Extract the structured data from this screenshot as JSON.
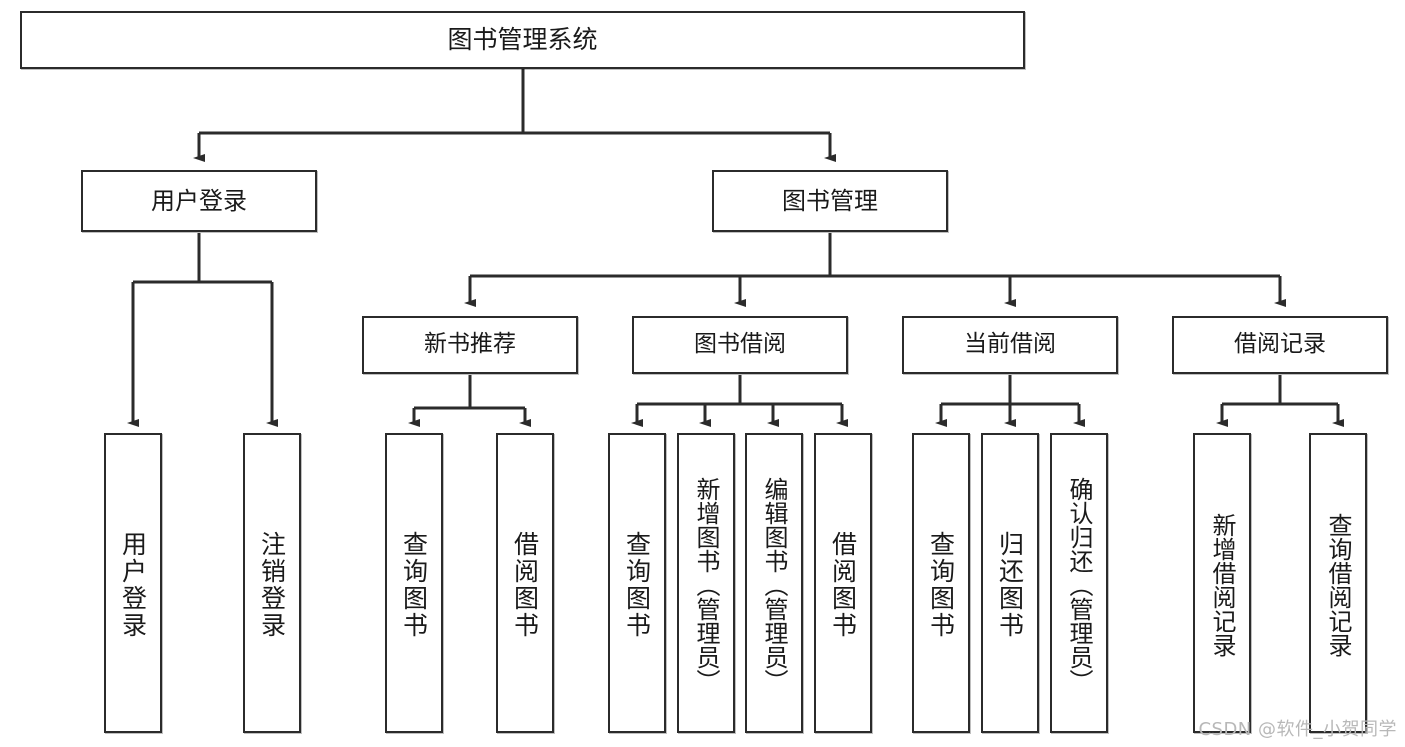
{
  "diagram": {
    "title": "图书管理系统",
    "type": "hierarchy-tree",
    "root": {
      "id": "root",
      "label": "图书管理系统"
    },
    "level2": [
      {
        "id": "user-login",
        "label": "用户登录"
      },
      {
        "id": "book-management",
        "label": "图书管理"
      }
    ],
    "level3": [
      {
        "id": "new-book-recommend",
        "label": "新书推荐"
      },
      {
        "id": "book-borrow",
        "label": "图书借阅"
      },
      {
        "id": "current-borrow",
        "label": "当前借阅"
      },
      {
        "id": "borrow-record",
        "label": "借阅记录"
      }
    ],
    "leaves": [
      {
        "id": "leaf-user-login",
        "label": "用户登录",
        "parent": "user-login"
      },
      {
        "id": "leaf-logout",
        "label": "注销登录",
        "parent": "user-login"
      },
      {
        "id": "leaf-query-book-1",
        "label": "查询图书",
        "parent": "new-book-recommend"
      },
      {
        "id": "leaf-borrow-book-1",
        "label": "借阅图书",
        "parent": "new-book-recommend"
      },
      {
        "id": "leaf-query-book-2",
        "label": "查询图书",
        "parent": "book-borrow"
      },
      {
        "id": "leaf-add-book",
        "label": "新增图书（管理员）",
        "parent": "book-borrow"
      },
      {
        "id": "leaf-edit-book",
        "label": "编辑图书（管理员）",
        "parent": "book-borrow"
      },
      {
        "id": "leaf-borrow-book-2",
        "label": "借阅图书",
        "parent": "book-borrow"
      },
      {
        "id": "leaf-query-book-3",
        "label": "查询图书",
        "parent": "current-borrow"
      },
      {
        "id": "leaf-return-book",
        "label": "归还图书",
        "parent": "current-borrow"
      },
      {
        "id": "leaf-confirm-return",
        "label": "确认归还（管理员）",
        "parent": "current-borrow"
      },
      {
        "id": "leaf-add-record",
        "label": "新增借阅记录",
        "parent": "borrow-record"
      },
      {
        "id": "leaf-query-record",
        "label": "查询借阅记录",
        "parent": "borrow-record"
      }
    ],
    "watermark": "CSDN @软件_小贺同学",
    "colors": {
      "stroke": "#2b2b2b",
      "background": "#ffffff",
      "text": "#1a1a1a",
      "watermark": "#b8b8b8"
    }
  }
}
